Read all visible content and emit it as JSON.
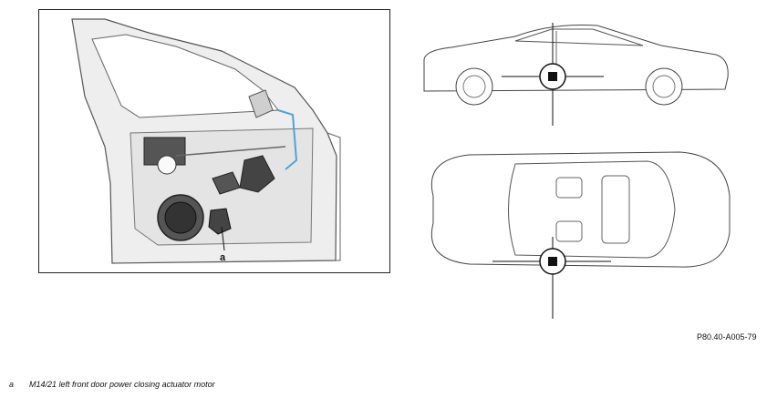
{
  "figure": {
    "callout_letter": "a",
    "reference_code": "P80.40-A005-79"
  },
  "legend": {
    "items": [
      {
        "key": "a",
        "text": "M14/21 left front door power closing actuator motor"
      }
    ]
  },
  "colors": {
    "line": "#333333",
    "door_fill": "#eeeeee",
    "cable": "#4fa3d8",
    "marker": "#111111"
  }
}
